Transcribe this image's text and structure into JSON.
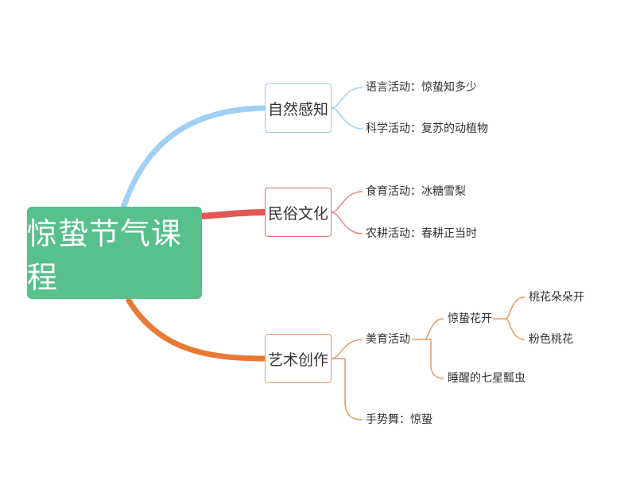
{
  "root": {
    "label": "惊蛰节气课程"
  },
  "colors": {
    "root": "#57c08b",
    "blue": "#9ed0f6",
    "red": "#e25555",
    "orange": "#e87a35"
  },
  "branches": [
    {
      "label": "自然感知",
      "children": [
        {
          "label": "语言活动：惊蛰知多少"
        },
        {
          "label": "科学活动：复苏的动植物"
        }
      ]
    },
    {
      "label": "民俗文化",
      "children": [
        {
          "label": "食育活动：冰糖雪梨"
        },
        {
          "label": "农耕活动：春耕正当时"
        }
      ]
    },
    {
      "label": "艺术创作",
      "children": [
        {
          "label": "美育活动",
          "children": [
            {
              "label": "惊蛰花开",
              "children": [
                {
                  "label": "桃花朵朵开"
                },
                {
                  "label": "粉色桃花"
                }
              ]
            },
            {
              "label": "睡醒的七星瓢虫"
            }
          ]
        },
        {
          "label": "手势舞：惊蛰"
        }
      ]
    }
  ]
}
